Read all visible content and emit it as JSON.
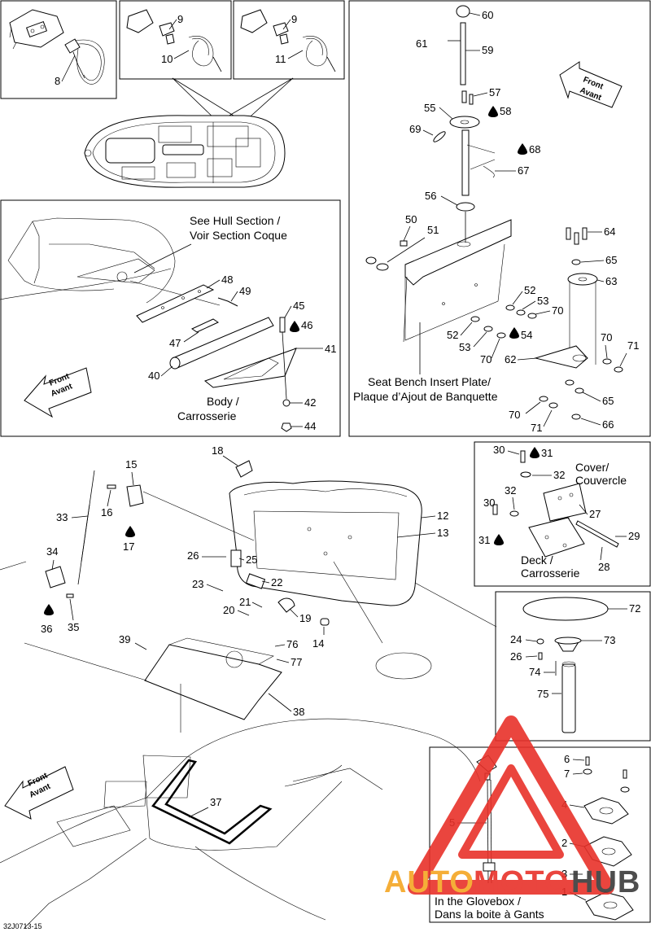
{
  "diagram_code": "32J0713-15",
  "callouts": {
    "c1": "1",
    "c2": "2",
    "c3": "3",
    "c4": "4",
    "c5": "5",
    "c6": "6",
    "c7": "7",
    "c8": "8",
    "c9a": "9",
    "c9b": "9",
    "c10": "10",
    "c11": "11",
    "c12": "12",
    "c13": "13",
    "c14": "14",
    "c15": "15",
    "c16": "16",
    "c17": "17",
    "c18": "18",
    "c19": "19",
    "c20": "20",
    "c21": "21",
    "c22": "22",
    "c23": "23",
    "c24": "24",
    "c25": "25",
    "c26a": "26",
    "c26b": "26",
    "c27": "27",
    "c28": "28",
    "c29": "29",
    "c30a": "30",
    "c30b": "30",
    "c31a": "31",
    "c31b": "31",
    "c32a": "32",
    "c32b": "32",
    "c33": "33",
    "c34": "34",
    "c35": "35",
    "c36": "36",
    "c37": "37",
    "c38": "38",
    "c39": "39",
    "c40": "40",
    "c41": "41",
    "c42": "42",
    "c44": "44",
    "c45": "45",
    "c46": "46",
    "c47": "47",
    "c48": "48",
    "c49": "49",
    "c50": "50",
    "c51": "51",
    "c52a": "52",
    "c52b": "52",
    "c53a": "53",
    "c53b": "53",
    "c54": "54",
    "c55": "55",
    "c56": "56",
    "c57": "57",
    "c58": "58",
    "c59": "59",
    "c60": "60",
    "c61": "61",
    "c62": "62",
    "c63": "63",
    "c64": "64",
    "c65a": "65",
    "c65b": "65",
    "c66": "66",
    "c67": "67",
    "c68": "68",
    "c69": "69",
    "c70a": "70",
    "c70b": "70",
    "c70c": "70",
    "c70d": "70",
    "c71a": "71",
    "c71b": "71",
    "c72": "72",
    "c73": "73",
    "c74": "74",
    "c75": "75",
    "c76": "76",
    "c77": "77"
  },
  "labels": {
    "hull_section_en": "See Hull Section /",
    "hull_section_fr": "Voir Section Coque",
    "body_en": "Body /",
    "body_fr": "Carrosserie",
    "insert_plate_en": "Seat Bench Insert Plate/",
    "insert_plate_fr": "Plaque d’Ajout de Banquette",
    "cover_en": "Cover/",
    "cover_fr": "Couvercle",
    "deck_en": "Deck /",
    "deck_fr": "Carrosserie",
    "glovebox_en": "In the Glovebox /",
    "glovebox_fr": "Dans la boite à Gants",
    "front": "Front",
    "avant": "Avant"
  },
  "watermark": {
    "text_a": "AUTO",
    "text_b": "MOTO",
    "text_c": "HUB",
    "color_orange": "#f5a623",
    "color_red": "#e8312a",
    "color_dark": "#3a3a3a"
  }
}
